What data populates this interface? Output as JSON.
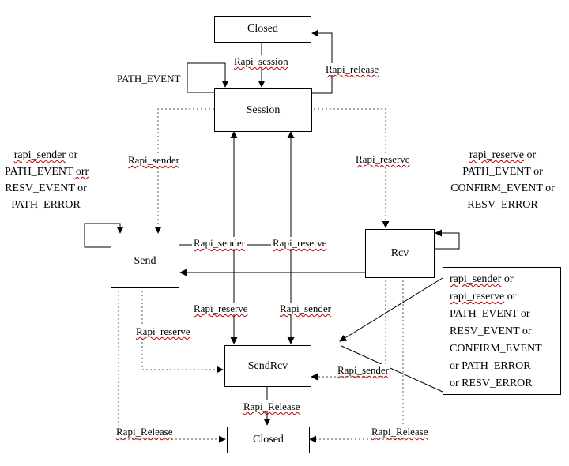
{
  "states": {
    "closed_top": "Closed",
    "session": "Session",
    "send": "Send",
    "rcv": "Rcv",
    "sendrcv": "SendRcv",
    "closed_bottom": "Closed"
  },
  "labels": {
    "rapi_session": "Rapi_session",
    "rapi_release": "Rapi_release",
    "path_event": "PATH_EVENT",
    "rapi_sender_a": "Rapi_sender",
    "rapi_reserve_a": "Rapi_reserve",
    "rapi_sender_b": "Rapi_sender",
    "rapi_reserve_b": "Rapi_reserve",
    "rapi_reserve_c": "Rapi_reserve",
    "rapi_sender_c": "Rapi_sender",
    "rapi_reserve_d": "Rapi_reserve",
    "rapi_sender_d": "Rapi_sender",
    "rapi_release_mid": "Rapi_Release",
    "rapi_release_left": "Rapi_Release",
    "rapi_release_right": "Rapi_Release"
  },
  "left_note": {
    "l1a": "rapi_sender",
    "l1b": " or",
    "l2a": "PATH_EVENT",
    "l2b": " orr",
    "l3a": "RESV_EVENT",
    "l3b": " or",
    "l4": "PATH_ERROR"
  },
  "right_note": {
    "l1a": "rapi_reserve",
    "l1b": " or",
    "l2": "PATH_EVENT or",
    "l3": "CONFIRM_EVENT or",
    "l4": "RESV_ERROR"
  },
  "info_box": {
    "l1a": "rapi_sender",
    "l1b": " or",
    "l2a": "rapi_reserve",
    "l2b": " or",
    "l3": "PATH_EVENT or",
    "l4": "RESV_EVENT or",
    "l5": "CONFIRM_EVENT",
    "l6": "or PATH_ERROR",
    "l7": "or RESV_ERROR"
  },
  "colors": {
    "line": "#000000",
    "dotted_line": "#555555",
    "misspell_underline": "#c00000"
  }
}
